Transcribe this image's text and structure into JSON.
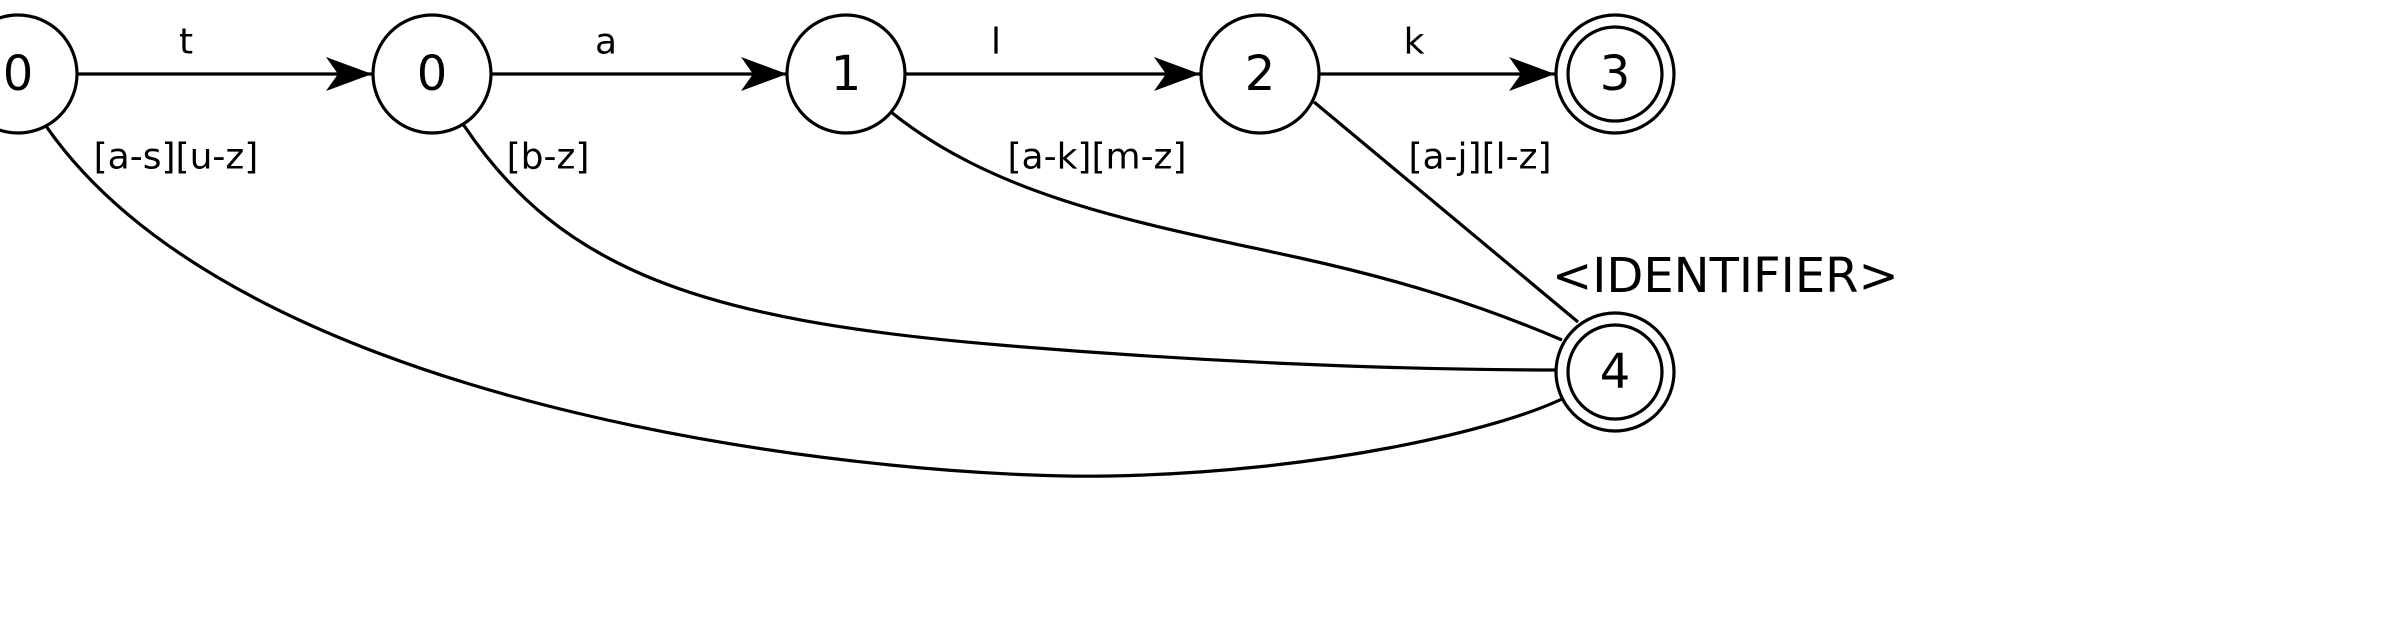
{
  "states": {
    "s_start": {
      "label": "0",
      "accepting": false
    },
    "s0": {
      "label": "0",
      "accepting": false
    },
    "s1": {
      "label": "1",
      "accepting": false
    },
    "s2": {
      "label": "2",
      "accepting": false
    },
    "s3": {
      "label": "3",
      "accepting": true
    },
    "s4": {
      "label": "4",
      "accepting": true,
      "token": "<IDENTIFIER>"
    }
  },
  "transitions": {
    "t_start_s0": {
      "from": "0",
      "to": "0",
      "label": "t"
    },
    "t_s0_s1": {
      "from": "0",
      "to": "1",
      "label": "a"
    },
    "t_s1_s2": {
      "from": "1",
      "to": "2",
      "label": "l"
    },
    "t_s2_s3": {
      "from": "2",
      "to": "3",
      "label": "k"
    },
    "t_start_s4": {
      "from": "0",
      "to": "4",
      "label": "[a-s][u-z]"
    },
    "t_s0_s4": {
      "from": "0",
      "to": "4",
      "label": "[b-z]"
    },
    "t_s1_s4": {
      "from": "1",
      "to": "4",
      "label": "[a-k][m-z]"
    },
    "t_s2_s4": {
      "from": "2",
      "to": "4",
      "label": "[a-j][l-z]"
    }
  }
}
